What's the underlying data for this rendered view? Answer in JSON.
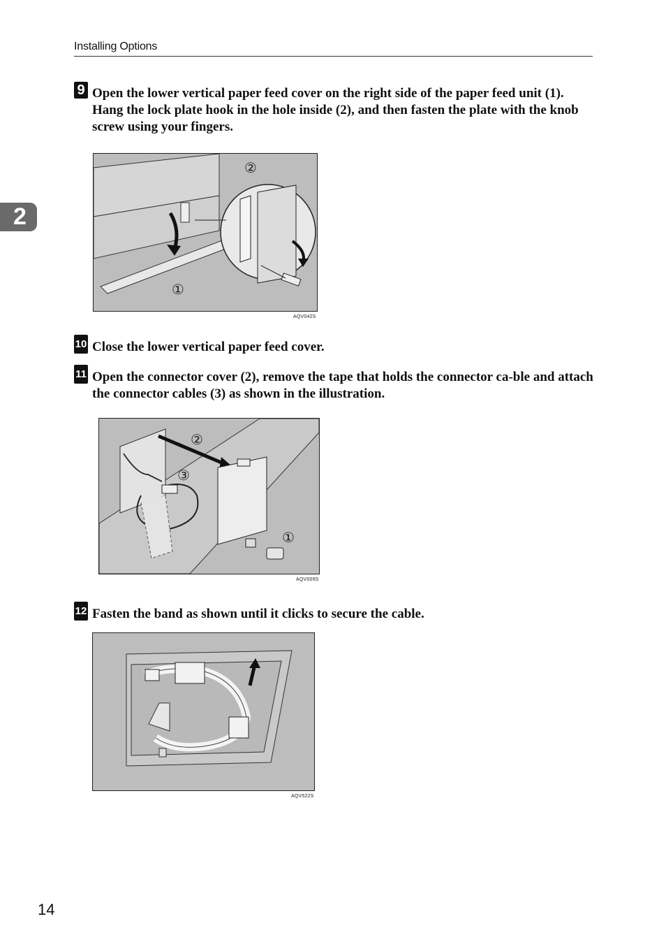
{
  "header": {
    "section_title": "Installing Options"
  },
  "chapter_tab": {
    "number": "2"
  },
  "steps": [
    {
      "number": "9",
      "text": "Open the lower vertical paper feed cover on the right side of the paper feed unit (1). Hang the lock plate hook in the hole inside (2), and then fasten the plate with the knob screw using your fingers."
    },
    {
      "number": "10",
      "text": "Close the lower vertical paper feed cover."
    },
    {
      "number": "11",
      "text": "Open the connector cover (2), remove the tape that holds the connector ca-ble and attach the connector cables (3) as shown in the illustration."
    },
    {
      "number": "12",
      "text": "Fasten the band as shown until it clicks to secure the cable."
    }
  ],
  "figures": [
    {
      "code": "AQV042S",
      "callouts": [
        "①",
        "②"
      ]
    },
    {
      "code": "AQV009S",
      "callouts": [
        "①",
        "②",
        "③"
      ]
    },
    {
      "code": "AQV522S"
    }
  ],
  "page_number": "14",
  "colors": {
    "figure_gray": "#bdbdbd",
    "tab_gray": "#6a6a6a"
  }
}
